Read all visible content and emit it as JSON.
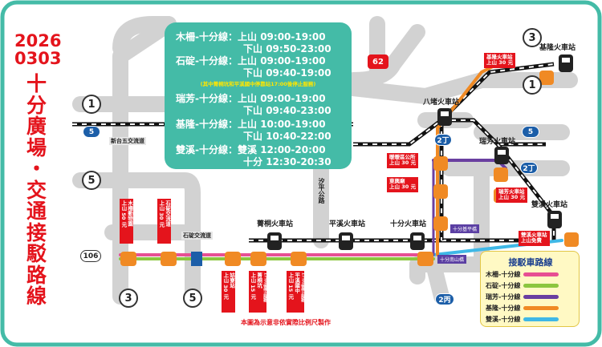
{
  "title": {
    "date_year": "2026",
    "date_md": "0303",
    "chars": [
      "十",
      "分",
      "廣",
      "場",
      "・",
      "交",
      "通",
      "接",
      "駁",
      "路",
      "線"
    ]
  },
  "schedule": {
    "rows": [
      {
        "route": "木柵-十分線",
        "dir": "上山",
        "time": "09:00-19:00"
      },
      {
        "route": "",
        "dir": "下山",
        "time": "09:50-23:00"
      },
      {
        "route": "石碇-十分線",
        "dir": "上山",
        "time": "09:00-19:00"
      },
      {
        "route": "",
        "dir": "下山",
        "time": "09:40-19:00"
      },
      {
        "route": "瑞芳-十分線",
        "dir": "上山",
        "time": "09:00-19:00"
      },
      {
        "route": "",
        "dir": "下山",
        "time": "09:40-23:00"
      },
      {
        "route": "基隆-十分線",
        "dir": "上山",
        "time": "10:00-19:00"
      },
      {
        "route": "",
        "dir": "下山",
        "time": "10:40-22:00"
      },
      {
        "route": "雙溪-十分線",
        "dir": "雙溪",
        "time": "12:00-20:00"
      },
      {
        "route": "",
        "dir": "十分",
        "time": "12:30-20:30"
      }
    ],
    "note": "(其中菁桐坑和平溪國中停靠站17:00後停止服務)"
  },
  "shields": {
    "r1_top": "1",
    "r1_right": "1",
    "r3_top": "3",
    "r5_left": "5",
    "r3_bottom": "3",
    "r5_bottom": "5",
    "r62": "62",
    "r5_blue_left": "5",
    "r5_blue_right": "5",
    "r106": "106",
    "r2d_left": "2丁",
    "r2d_right": "2丁",
    "r2b": "2丙"
  },
  "places": {
    "keelung": "基隆火車站",
    "badu": "八堵火車站",
    "ruifang": "瑞芳火車站",
    "shuangxi": "雙溪火車站",
    "jingtong": "菁桐火車站",
    "pingxi": "平溪火車站",
    "shifen": "十分火車站",
    "ic_xintai": "新台五交流道",
    "ic_shiding": "石碇交流道",
    "road_shaping": "汐平公路",
    "shifen_jiping": "十分基平橋",
    "shifen_nanshan": "十分南山橋"
  },
  "fares": {
    "keelung_up": {
      "lines": [
        "基隆火車站",
        "上山 30 元"
      ]
    },
    "nuannuan": {
      "lines": [
        "暖暖區公所",
        "上山 30 元"
      ]
    },
    "dongxing": {
      "lines": [
        "東興廟",
        "上山 30 元"
      ]
    },
    "ruifang_up": {
      "lines": [
        "瑞芳火車站",
        "上山 30 元"
      ]
    },
    "shuangxi_up": {
      "lines": [
        "雙溪火車站",
        "上山免費"
      ]
    },
    "muzha": {
      "cols": [
        "上山 50 元",
        "木柵動物園"
      ]
    },
    "shiding": {
      "cols": [
        "上山 30 元",
        "石碇交流道"
      ]
    },
    "station_a": {
      "cols": [
        "上山 30 元",
        "姑寮站"
      ]
    },
    "station_b": {
      "cols": [
        "上山 15 元",
        "菁桐坑"
      ]
    },
    "station_c": {
      "cols": [
        "上山 15 元",
        "平溪國中"
      ]
    },
    "small_b": "17:00後停止服務",
    "small_c": "17:00後停止服務"
  },
  "legend": {
    "title": "接駁車路線",
    "items": [
      {
        "label": "木柵-十分線",
        "color": "#e74f93"
      },
      {
        "label": "石碇-十分線",
        "color": "#8cc63f"
      },
      {
        "label": "瑞芳-十分線",
        "color": "#6a3fa0"
      },
      {
        "label": "基隆-十分線",
        "color": "#f08a24"
      },
      {
        "label": "雙溪-十分線",
        "color": "#3fb8e6"
      }
    ]
  },
  "footnote": "本圖為示意非依實際比例尺製作",
  "colors": {
    "road_gray": "#d2d2d2",
    "teal_frame": "#44bba7",
    "title_red": "#e4141c",
    "stop_orange": "#f08a24",
    "fare_red": "#e4141c"
  }
}
